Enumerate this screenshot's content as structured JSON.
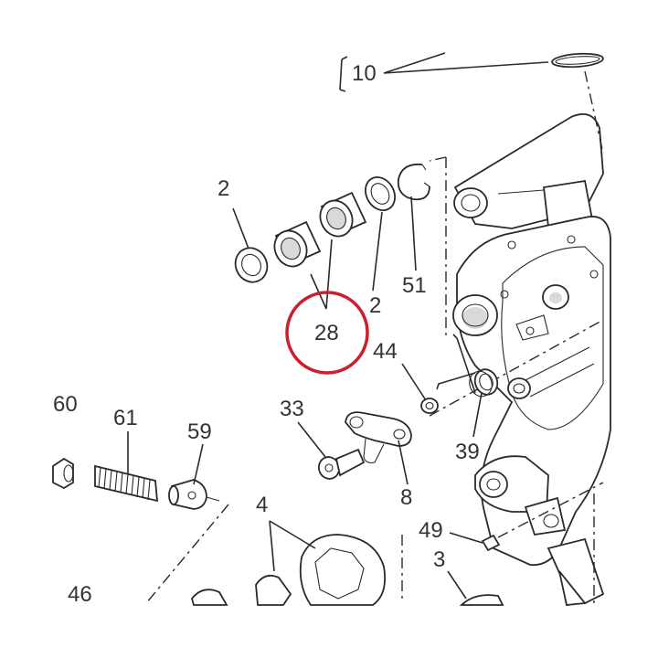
{
  "labels": {
    "p10": "10",
    "p2a": "2",
    "p2b": "2",
    "p51": "51",
    "p28": "28",
    "p44": "44",
    "p33": "33",
    "p39": "39",
    "p8": "8",
    "p60": "60",
    "p61": "61",
    "p59": "59",
    "p4": "4",
    "p49": "49",
    "p3": "3",
    "p46": "46"
  },
  "highlight": {
    "target": "28",
    "color": "#cc1f2d"
  },
  "colors": {
    "line": "#2a2a2a",
    "label": "#333333",
    "background": "#ffffff"
  }
}
